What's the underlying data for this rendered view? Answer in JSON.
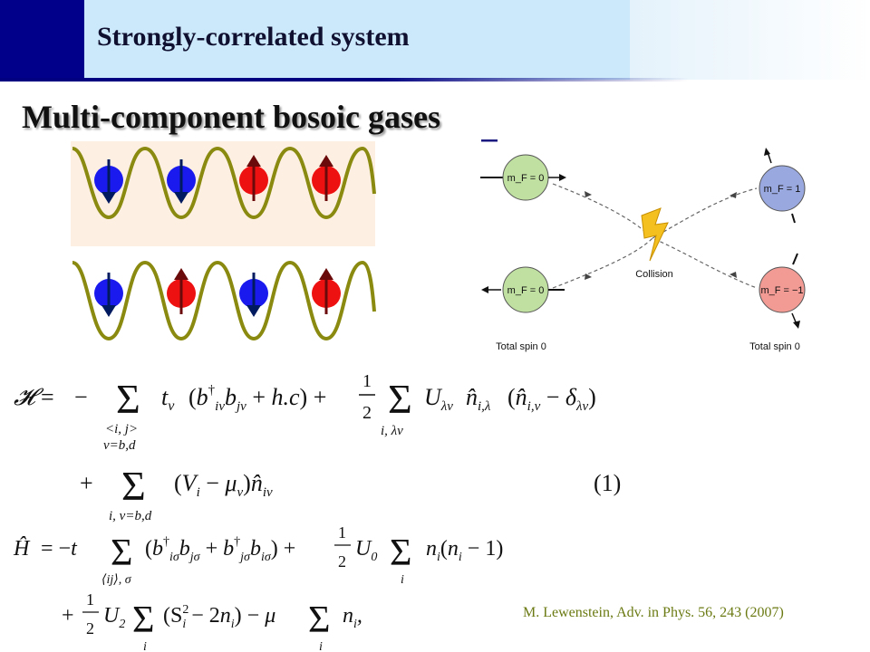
{
  "header": {
    "title": "Strongly-correlated system"
  },
  "main": {
    "title": "Multi-component bosoic gases"
  },
  "collision_diagram": {
    "labels": {
      "tl": "m_F = 0",
      "bl": "m_F = 0",
      "tr": "m_F = 1",
      "br": "m_F = −1",
      "center": "Collision",
      "left_total": "Total spin 0",
      "right_total": "Total spin 0"
    },
    "colors": {
      "green": "#bfe0a0",
      "blue": "#9aa8e0",
      "red": "#f29a94",
      "bolt": "#f4c020"
    }
  },
  "lattice": {
    "top_row_spins": [
      "down",
      "down",
      "up",
      "up"
    ],
    "bottom_row_spins": [
      "down",
      "up",
      "down",
      "up"
    ],
    "colors": {
      "down": "#1a1aee",
      "up": "#ee1111",
      "well": "#8a8a10",
      "panel": "#fdf0e2"
    }
  },
  "equations": {
    "eq1_number": "(1)"
  },
  "reference": "M. Lewenstein, Adv. in Phys. 56, 243 (2007)"
}
